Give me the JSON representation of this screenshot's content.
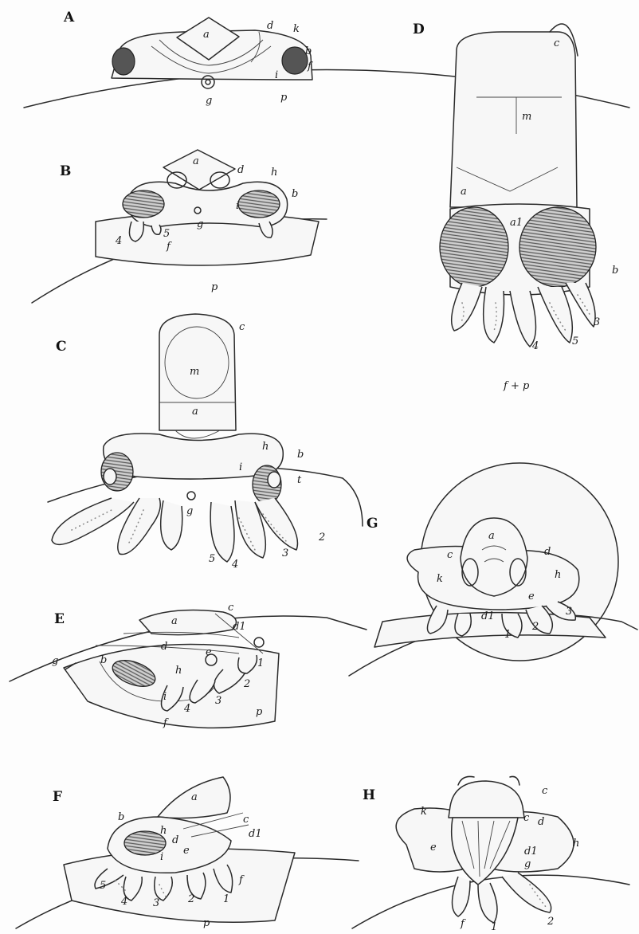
{
  "figures": [
    {
      "id": "A",
      "labels": [
        "a",
        "d",
        "k",
        "b",
        "f",
        "i",
        "g",
        "p"
      ]
    },
    {
      "id": "B",
      "labels": [
        "a",
        "d",
        "h",
        "b",
        "i",
        "g",
        "5",
        "4",
        "f",
        "p"
      ]
    },
    {
      "id": "C",
      "labels": [
        "c",
        "m",
        "a",
        "h",
        "i",
        "b",
        "t",
        "g",
        "5",
        "4",
        "3",
        "2"
      ]
    },
    {
      "id": "D",
      "labels": [
        "c",
        "m",
        "a",
        "a1",
        "b",
        "3",
        "4",
        "5",
        "f+p"
      ]
    },
    {
      "id": "E",
      "labels": [
        "c",
        "d1",
        "a",
        "g",
        "d",
        "e",
        "b",
        "h",
        "1",
        "2",
        "3",
        "4",
        "i",
        "p",
        "f"
      ]
    },
    {
      "id": "F",
      "labels": [
        "a",
        "b",
        "c",
        "h",
        "d",
        "e",
        "d1",
        "i",
        "5",
        "4",
        "3",
        "2",
        "1",
        "f",
        "p"
      ]
    },
    {
      "id": "G",
      "labels": [
        "a",
        "c",
        "d",
        "k",
        "h",
        "e",
        "d1",
        "1",
        "2",
        "3"
      ]
    },
    {
      "id": "H",
      "labels": [
        "c",
        "k",
        "c",
        "d",
        "e",
        "h",
        "d1",
        "g",
        "f",
        "1",
        "2"
      ]
    }
  ],
  "text": {
    "A": "A",
    "B": "B",
    "C": "C",
    "D": "D",
    "E": "E",
    "F": "F",
    "G": "G",
    "H": "H",
    "a": "a",
    "b": "b",
    "c": "c",
    "d": "d",
    "e": "e",
    "f": "f",
    "g": "g",
    "h": "h",
    "i": "i",
    "k": "k",
    "m": "m",
    "p": "p",
    "t": "t",
    "a1": "a1",
    "d1": "d1",
    "fp": "f + p",
    "n1": "1",
    "n2": "2",
    "n3": "3",
    "n4": "4",
    "n5": "5"
  }
}
